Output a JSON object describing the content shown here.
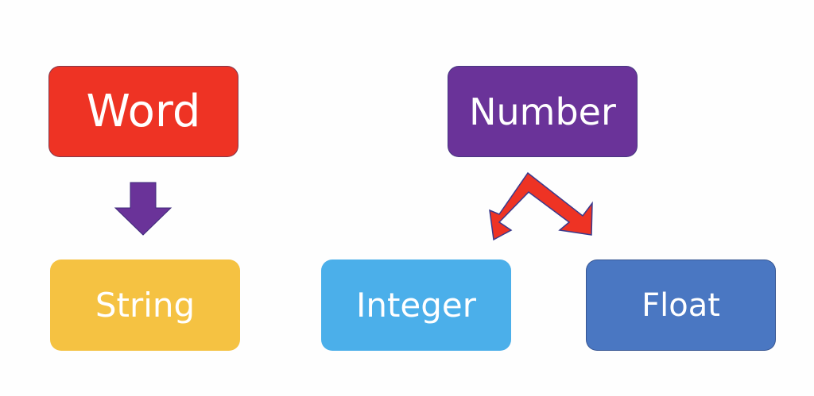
{
  "nodes": {
    "word": {
      "label": "Word",
      "color": "#EE3324"
    },
    "number": {
      "label": "Number",
      "color": "#6A3399"
    },
    "string": {
      "label": "String",
      "color": "#F5C242"
    },
    "integer": {
      "label": "Integer",
      "color": "#4BAFEA"
    },
    "float": {
      "label": "Float",
      "color": "#4A77C2"
    }
  },
  "edges": [
    {
      "from": "word",
      "to": "string",
      "arrow_color": "#6A3399"
    },
    {
      "from": "number",
      "to": "integer",
      "arrow_color": "#EE3324"
    },
    {
      "from": "number",
      "to": "float",
      "arrow_color": "#EE3324"
    }
  ]
}
